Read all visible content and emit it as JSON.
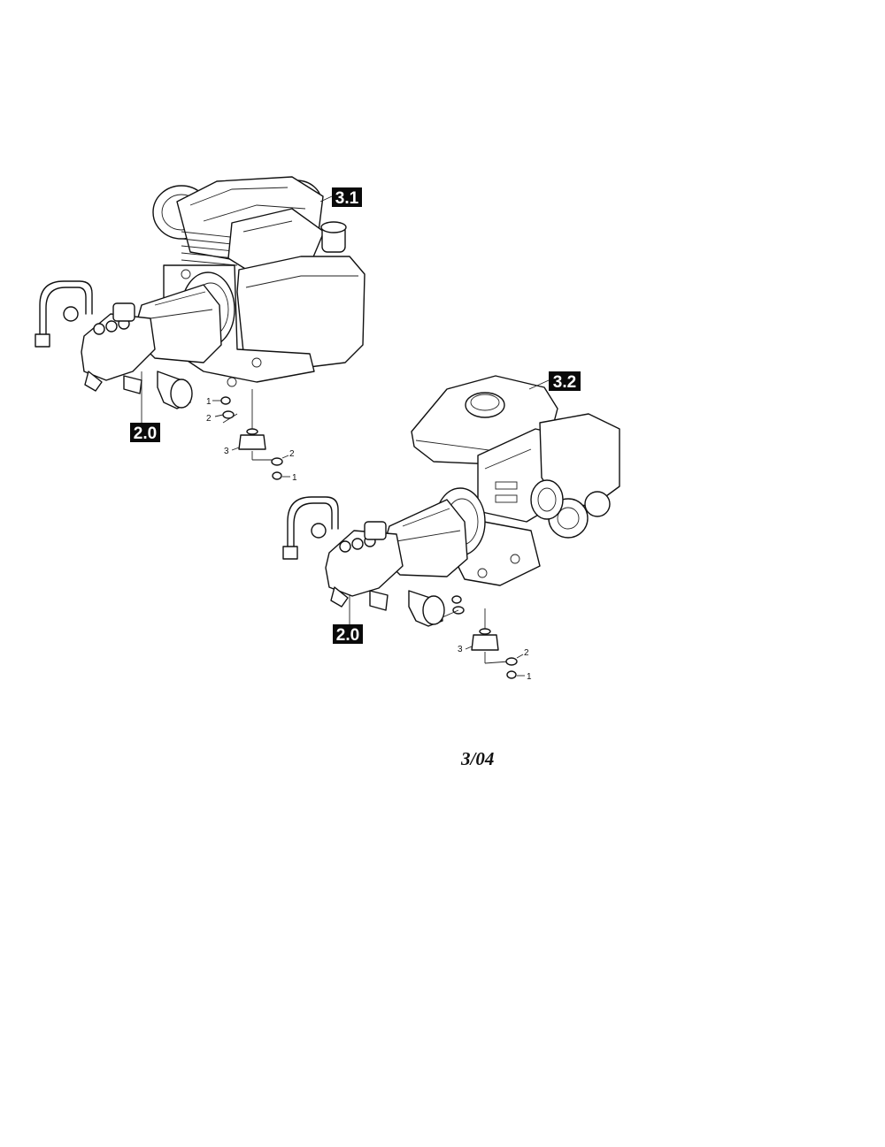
{
  "callouts": {
    "engine_upper": "3.1",
    "pump_upper": "2.0",
    "engine_lower": "3.2",
    "pump_lower": "2.0"
  },
  "parts_upper": {
    "nut": "1",
    "washer": "2",
    "mount": "3",
    "washer_lower": "2",
    "nut_lower": "1"
  },
  "parts_lower": {
    "mount": "3",
    "washer": "2",
    "nut": "1"
  },
  "revision": "3/04"
}
